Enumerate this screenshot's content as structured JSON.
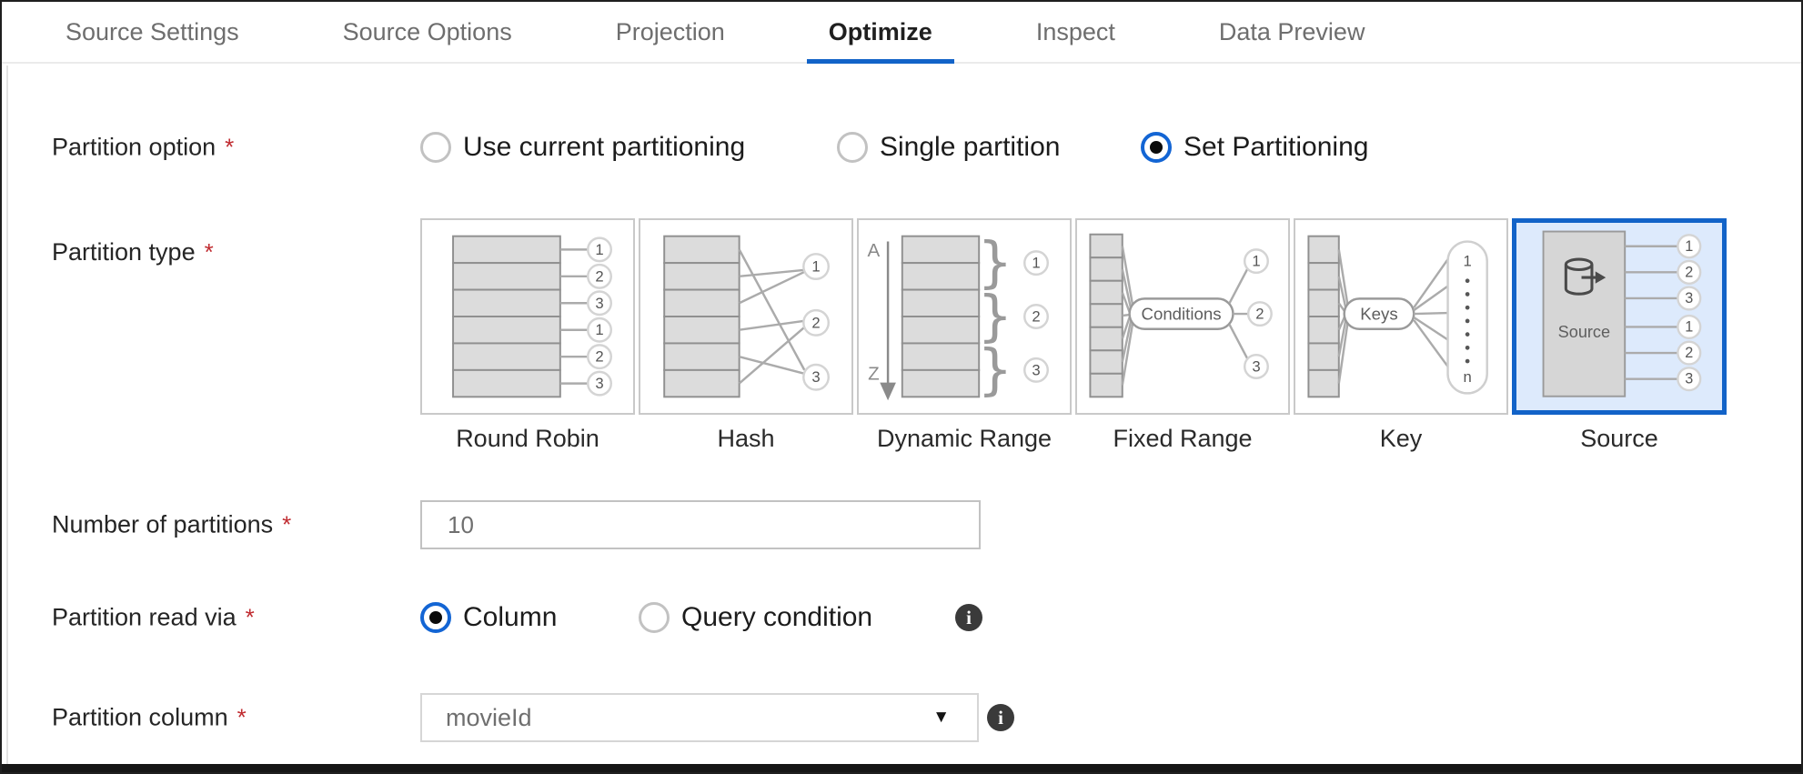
{
  "colors": {
    "accent_blue": "#1263c8",
    "selected_tile_background": "#ddeafc",
    "required_red": "#c02b30",
    "info_icon_background": "#3a3a3a"
  },
  "tabs": [
    {
      "label": "Source Settings",
      "active": false
    },
    {
      "label": "Source Options",
      "active": false
    },
    {
      "label": "Projection",
      "active": false
    },
    {
      "label": "Optimize",
      "active": true
    },
    {
      "label": "Inspect",
      "active": false
    },
    {
      "label": "Data Preview",
      "active": false
    }
  ],
  "form": {
    "required_marker": "*",
    "partition_option": {
      "label": "Partition option",
      "options": [
        {
          "label": "Use current partitioning",
          "selected": false
        },
        {
          "label": "Single partition",
          "selected": false
        },
        {
          "label": "Set Partitioning",
          "selected": true
        }
      ]
    },
    "partition_type": {
      "label": "Partition type",
      "selected_tile": "Source",
      "tiles": [
        {
          "name": "round-robin",
          "label": "Round Robin",
          "outputs": [
            "1",
            "2",
            "3",
            "1",
            "2",
            "3"
          ]
        },
        {
          "name": "hash",
          "label": "Hash",
          "outputs": [
            "1",
            "2",
            "3"
          ]
        },
        {
          "name": "dynamic-range",
          "label": "Dynamic Range",
          "range_start": "A",
          "range_end": "Z",
          "outputs": [
            "1",
            "2",
            "3"
          ]
        },
        {
          "name": "fixed-range",
          "label": "Fixed Range",
          "node_label": "Conditions",
          "outputs": [
            "1",
            "2",
            "3"
          ]
        },
        {
          "name": "key",
          "label": "Key",
          "node_label": "Keys",
          "outputs": [
            "1",
            "n"
          ]
        },
        {
          "name": "source",
          "label": "Source",
          "box_label": "Source",
          "outputs": [
            "1",
            "2",
            "3",
            "1",
            "2",
            "3"
          ]
        }
      ]
    },
    "number_of_partitions": {
      "label": "Number of partitions",
      "value": "10"
    },
    "partition_read_via": {
      "label": "Partition read via",
      "options": [
        {
          "label": "Column",
          "selected": true
        },
        {
          "label": "Query condition",
          "selected": false
        }
      ]
    },
    "partition_column": {
      "label": "Partition column",
      "value": "movieId"
    }
  }
}
